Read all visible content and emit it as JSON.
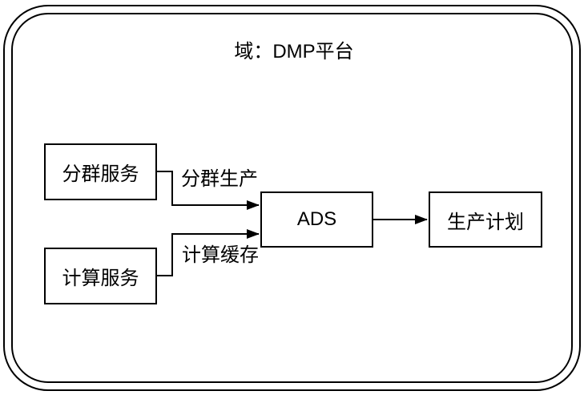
{
  "diagram": {
    "title": "域：DMP平台",
    "nodes": [
      {
        "id": "segment-service",
        "label": "分群服务"
      },
      {
        "id": "compute-service",
        "label": "计算服务"
      },
      {
        "id": "ads",
        "label": "ADS"
      },
      {
        "id": "production-plan",
        "label": "生产计划"
      }
    ],
    "edges": [
      {
        "id": "segment-production",
        "from": "segment-service",
        "to": "ads",
        "label": "分群生产"
      },
      {
        "id": "compute-cache",
        "from": "compute-service",
        "to": "ads",
        "label": "计算缓存"
      },
      {
        "id": "ads-to-production-plan",
        "from": "ads",
        "to": "production-plan",
        "label": ""
      }
    ],
    "colors": {
      "stroke": "#000000",
      "text": "#000000",
      "background": "#ffffff"
    }
  }
}
